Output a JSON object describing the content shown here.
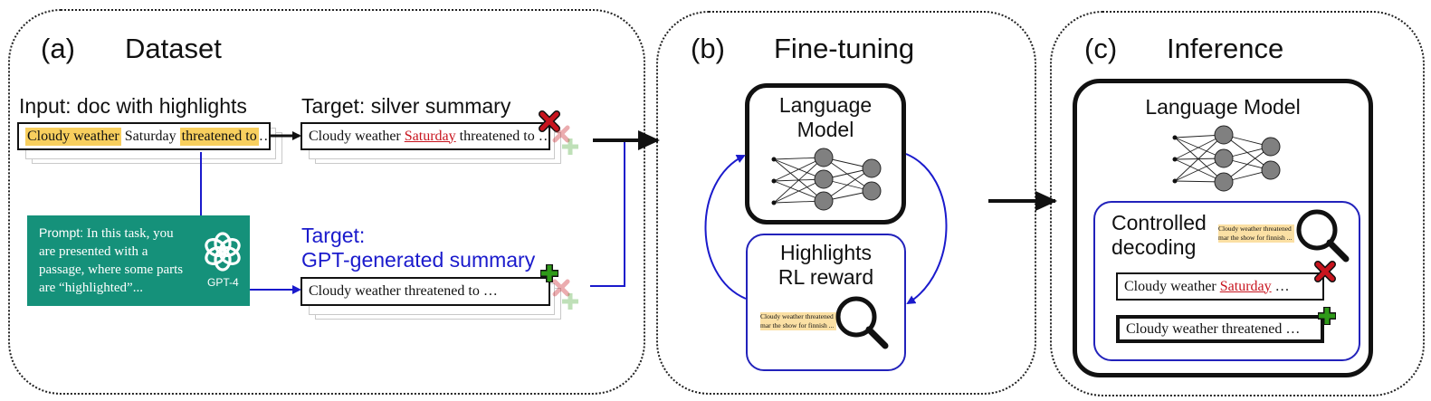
{
  "panel_a": {
    "tag": "(a)",
    "title": "Dataset",
    "input_label": "Input: doc with highlights",
    "input_doc": {
      "seg1": "Cloudy weather",
      "seg2": " Saturday ",
      "seg3": "threatened to",
      "ellipsis": "…"
    },
    "silver_label": "Target: silver summary",
    "silver_doc": {
      "pre": "Cloudy weather ",
      "red": "Saturday",
      "post": " threatened to …"
    },
    "gpt_target_label_1": "Target:",
    "gpt_target_label_2": "GPT-generated summary",
    "gpt_doc": "Cloudy weather threatened to …",
    "prompt": {
      "head": "Prompt:",
      "body": " In this task, you are presented with a passage, where some parts are “highlighted”..."
    },
    "gpt_logo_text": "GPT-4"
  },
  "panel_b": {
    "tag": "(b)",
    "title": "Fine-tuning",
    "lm_label_1": "Language",
    "lm_label_2": "Model",
    "reward_label_1": "Highlights",
    "reward_label_2": "RL reward",
    "mini_highlight": "Cloudy weather threatened mar the show for finnish ..."
  },
  "panel_c": {
    "tag": "(c)",
    "title": "Inference",
    "lm_label": "Language Model",
    "cd_label_1": "Controlled",
    "cd_label_2": "decoding",
    "mini_highlight": "Cloudy weather threatened mar the show for finnish ...",
    "bad_doc": {
      "pre": "Cloudy weather ",
      "red": "Saturday",
      "post": " …"
    },
    "good_doc": "Cloudy weather threatened …"
  },
  "colors": {
    "highlight": "#f8cf5e",
    "gpt_green": "#15917a",
    "arrow_blue": "#1a1acc",
    "cross_red": "#c8141e",
    "plus_green": "#2f9a19",
    "node_gray": "#808080"
  }
}
